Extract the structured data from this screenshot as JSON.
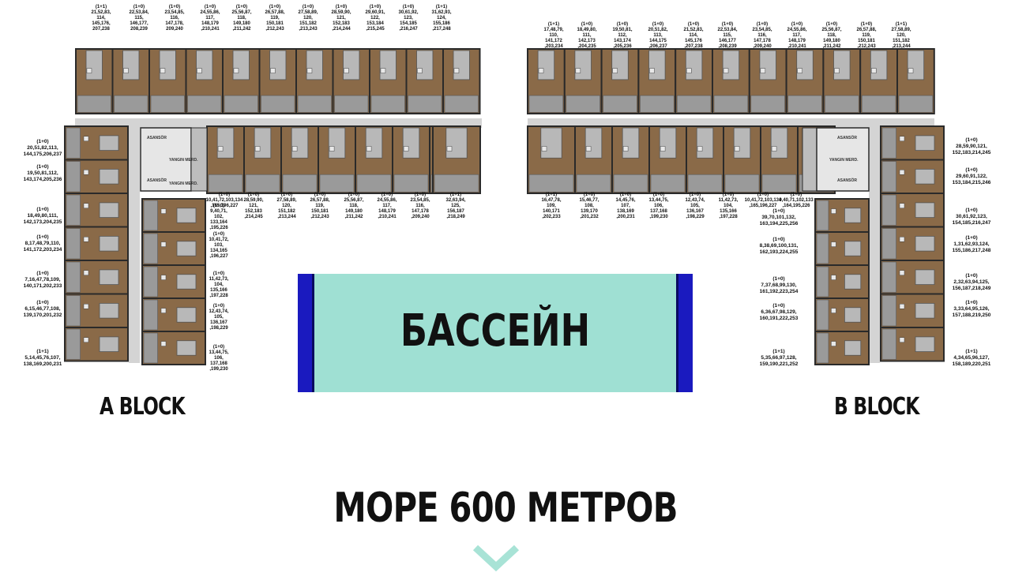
{
  "colors": {
    "pool": "#9fe0d3",
    "pool_edge": "#1a1abf",
    "chevron": "#a8e3d6",
    "wall": "#2a2a2a",
    "floor_wood": "#8a6a48",
    "bath_tile": "#b8b8b8",
    "corridor": "#d4d4d4"
  },
  "pool_label": "БАССЕЙН",
  "sea_label": "МОРЕ 600 МЕТРОВ",
  "blocks": {
    "a": "A BLOCK",
    "b": "B BLOCK"
  },
  "chevron_icon": "chevron-down-icon",
  "elevator_labels": [
    "ASANSÖR",
    "YANGIN MERD.",
    "ASANSÖR",
    "YANGIN MERD.",
    "ASANSÖR",
    "YANGIN MERD.",
    "ASANSÖR"
  ],
  "a_top_units": [
    "(1+1)\n21,52,83,\n114,\n145,176,\n207,238",
    "(1+0)\n22,53,84,\n115,\n146,177,\n208,239",
    "(1+0)\n23,54,85,\n116,\n147,178,\n209,240",
    "(1+0)\n24,55,86,\n117,\n148,179\n,210,241",
    "(1+0)\n25,56,87,\n118,\n149,180\n,211,242",
    "(1+0)\n26,57,88,\n119,\n150,181\n,212,243",
    "(1+0)\n27,58,89,\n120,\n151,182\n,213,243",
    "(1+0)\n28,59,90,\n121,\n152,183\n,214,244",
    "(1+0)\n29,60,91,\n122,\n153,184\n,215,245",
    "(1+0)\n30,61,92,\n123,\n154,185\n,216,247",
    "(1+1)\n31,62,93,\n124,\n155,186\n,217,248"
  ],
  "a_mid_units": [
    "(1+0) 10,41,72,103,134\n,165,196,227",
    "(1+0)\n28,59,90,\n121,\n152,183\n,214,245",
    "(1+0)\n27,58,89,\n120,\n151,182\n,213,244",
    "(1+0)\n26,57,88,\n119,\n150,181\n,212,243",
    "(1+0)\n25,56,87,\n118,\n149,180\n,211,242",
    "(1+0)\n24,55,86,\n117,\n148,179\n,210,241",
    "(1+0)\n23,54,85,\n116,\n147,178\n,209,240",
    "(1+1)\n32,63,94,\n125,\n156,187\n,218,249"
  ],
  "a_left_units": [
    "(1+0)\n20,51,82,113,\n144,175,206,237",
    "(1+0)\n19,50,81,112,\n143,174,205,236",
    "(1+0)\n18,49,80,111,\n142,173,204,235",
    "(1+0)\n8,17,48,79,110,\n141,172,203,234",
    "(1+0)\n7,16,47,78,109,\n140,171,202,233",
    "(1+0)\n6,15,46,77,108,\n139,170,201,232",
    "(1+1)\n5,14,45,76,107,\n138,169,200,231"
  ],
  "a_right_units": [
    "(1+0)\n9,40,71,\n102,\n133,164\n,195,226",
    "(1+0)\n10,41,72,\n103,\n134,165\n,196,227",
    "(1+0)\n11,42,73,\n104,\n135,166\n,197,228",
    "(1+0)\n12,43,74,\n105,\n136,167\n,198,229",
    "(1+0)\n13,44,75,\n106,\n137,168\n,199,230"
  ],
  "b_top_units": [
    "(1+1)\n17,48,79,\n110,\n141,172\n,203,234",
    "(1+0)\n18,49,80,\n111,\n142,173\n,204,235",
    "(1+0)\n19,50,81,\n112,\n143,174\n,205,236",
    "(1+0)\n20,51,82,\n113,\n144,175\n,206,237",
    "(1+0)\n21,52,83,\n114,\n145,176\n,207,238",
    "(1+0)\n22,53,84,\n115,\n146,177\n,208,239",
    "(1+0)\n23,54,85,\n116,\n147,178\n,209,240",
    "(1+0)\n24,55,86,\n117,\n148,179\n,210,241",
    "(1+0)\n25,56,87,\n118,\n149,180\n,211,242",
    "(1+0)\n26,57,88,\n119,\n150,181\n,212,243",
    "(1+1)\n27,58,89,\n120,\n151,182\n,213,244"
  ],
  "b_mid_units": [
    "(1+1)\n16,47,78,\n109,\n140,171\n,202,233",
    "(1+0)\n15,46,77,\n108,\n139,170\n,201,232",
    "(1+0)\n14,45,76,\n107,\n138,169\n,200,231",
    "(1+0)\n13,44,75,\n106,\n137,168\n,199,230",
    "(1+0)\n12,43,74,\n105,\n136,167\n,198,229",
    "(1+0)\n11,42,73,\n104,\n135,166\n,197,228",
    "(1+0) 10,41,72,103,134\n,165,196,227",
    "(1+0) 9,40,71,102,133\n,164,195,226"
  ],
  "b_left_units": [
    "(1+0)\n39,70,101,132,\n163,194,225,256",
    "(1+0)\n8,38,69,100,131,\n162,193,224,255",
    "(1+0)\n7,37,68,99,130,\n161,192,223,254",
    "(1+0)\n6,36,67,98,129,\n160,191,222,253",
    "(1+1)\n5,35,66,97,128,\n159,190,221,252"
  ],
  "b_right_units": [
    "(1+0)\n28,59,90,121,\n152,183,214,245",
    "(1+0)\n29,60,91,122,\n153,184,215,246",
    "(1+0)\n30,61,92,123,\n154,185,216,247",
    "(1+0)\n1,31,62,93,124,\n155,186,217,248",
    "(1+0)\n2,32,63,94,125,\n156,187,218,249",
    "(1+0)\n3,33,64,95,126,\n157,188,219,250",
    "(1+1)\n4,34,65,96,127,\n158,189,220,251"
  ]
}
